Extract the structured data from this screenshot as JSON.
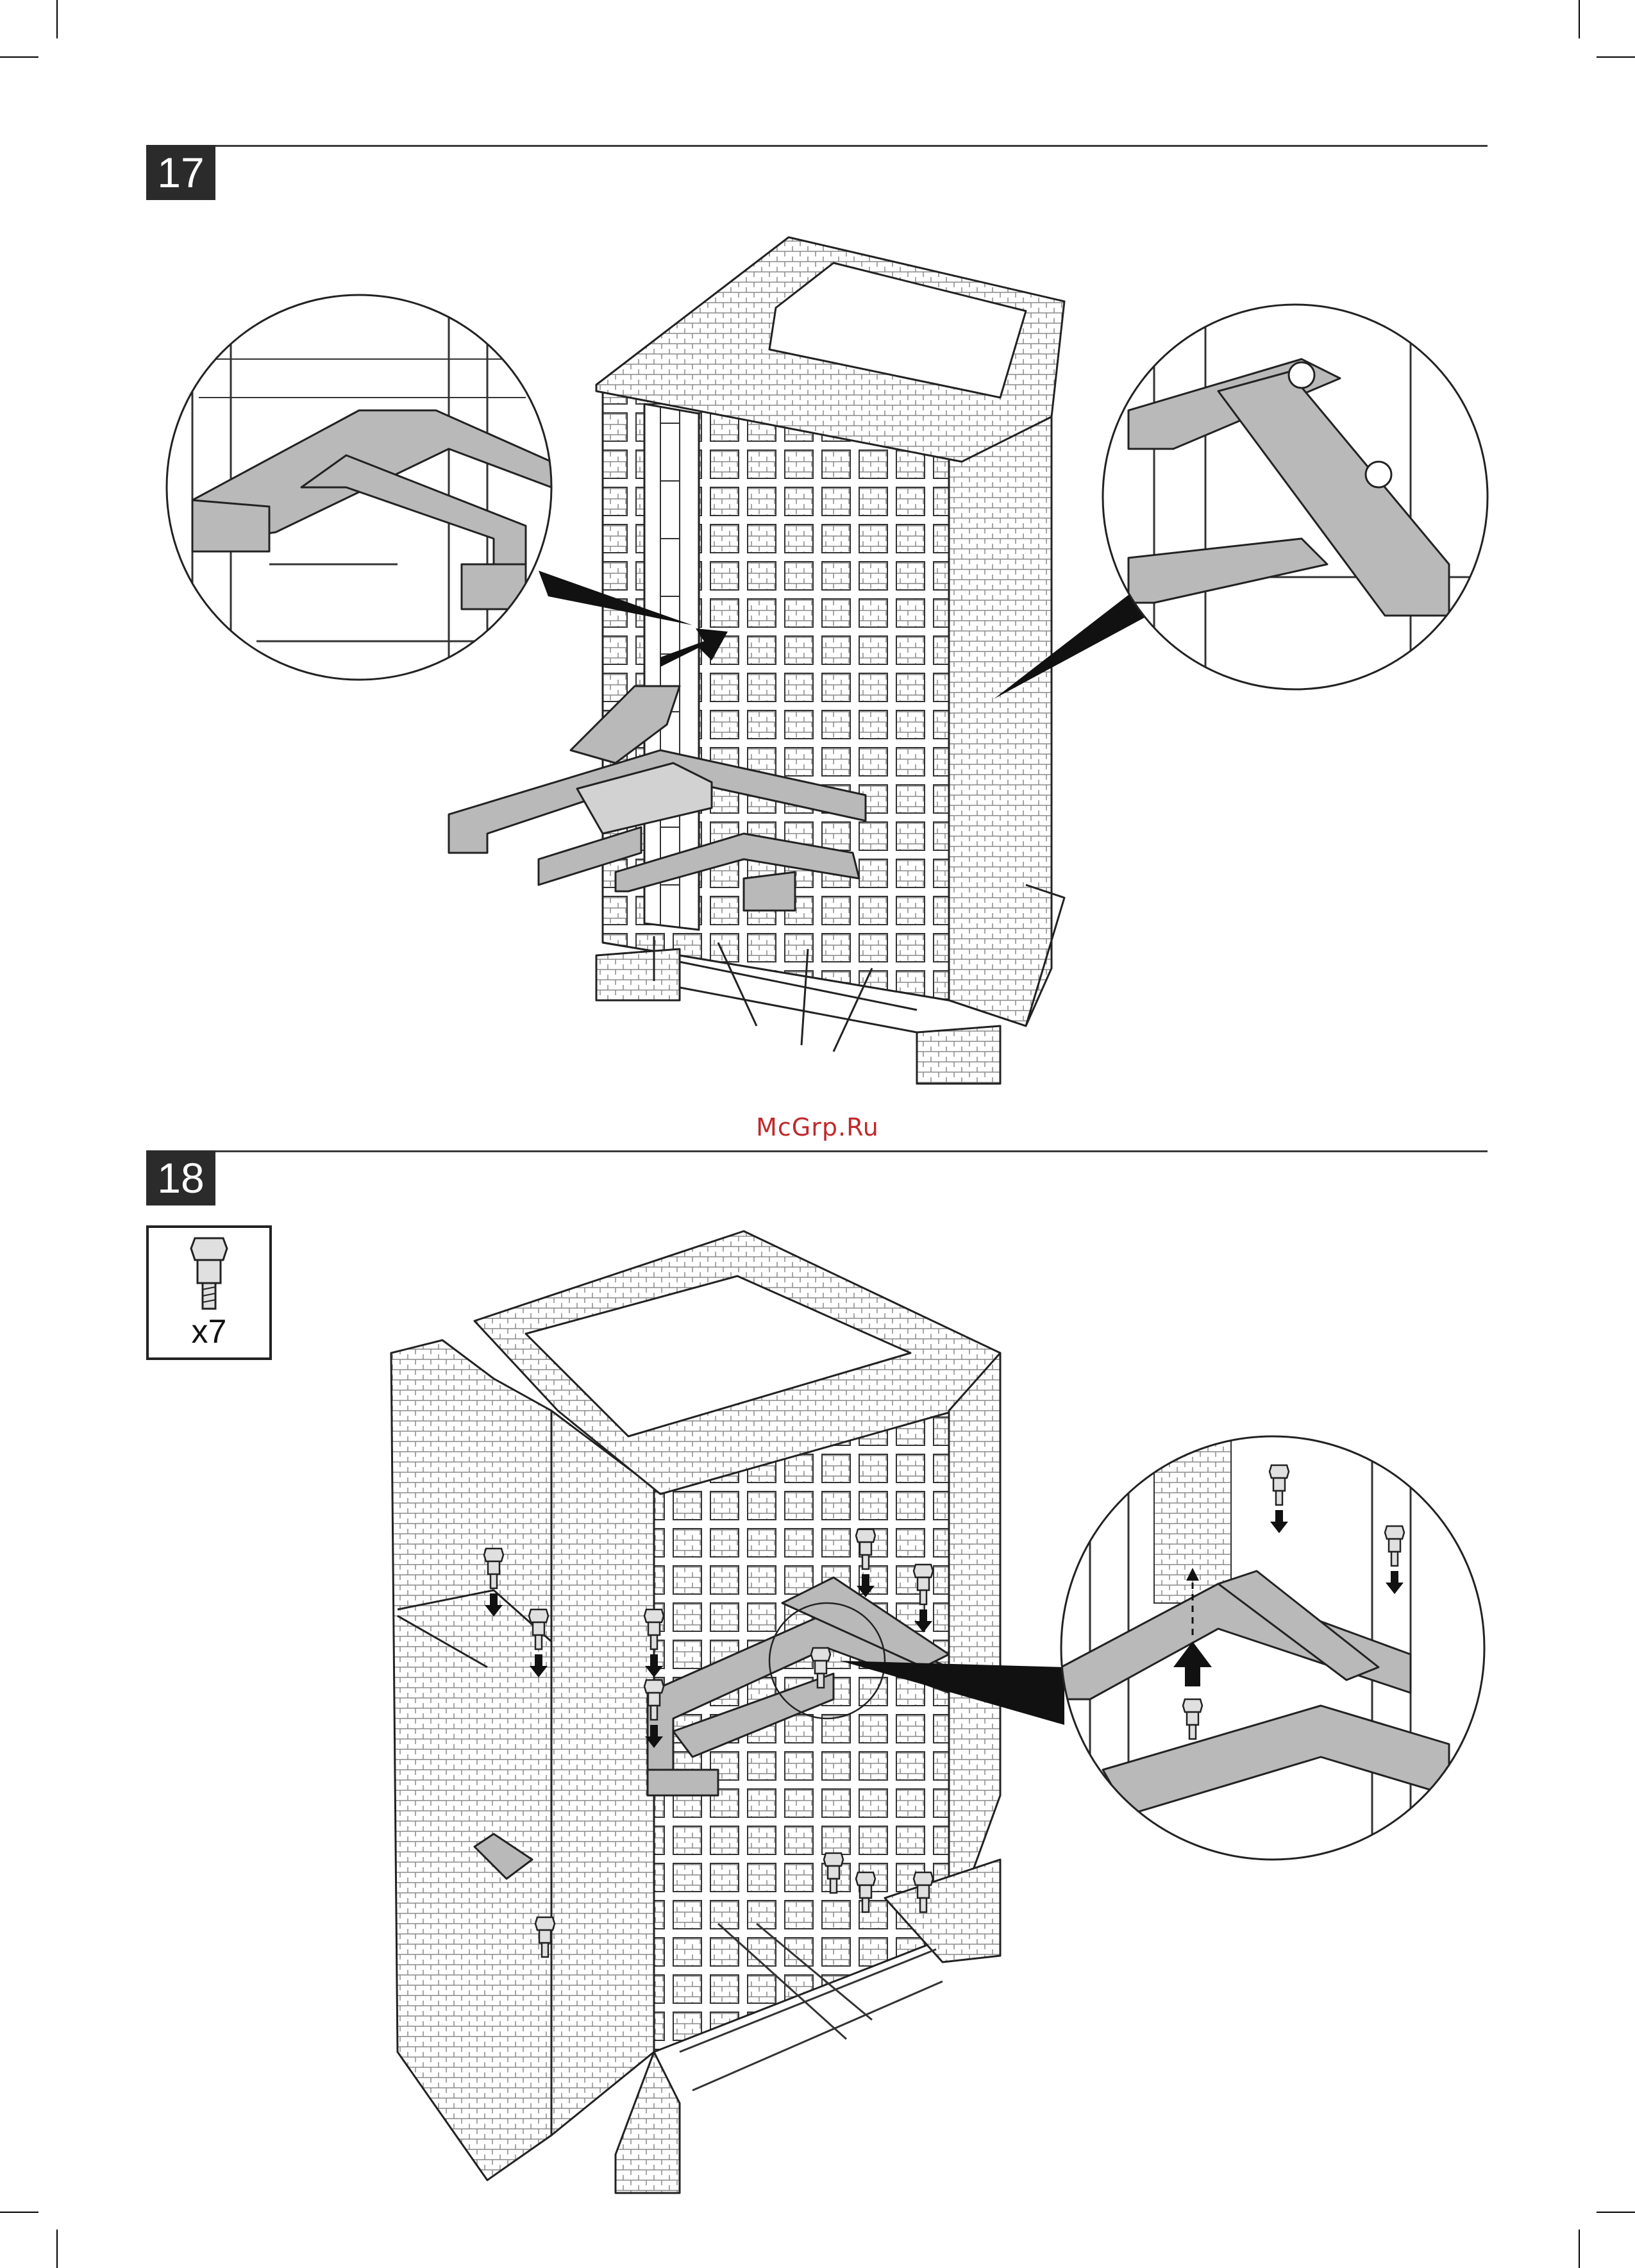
{
  "steps": [
    {
      "number": "17"
    },
    {
      "number": "18",
      "parts": {
        "quantity": "x7",
        "icon": "bolt-icon"
      }
    }
  ],
  "watermark": "McGrp.Ru",
  "colors": {
    "part_fill": "#b9b9b9",
    "line": "#222222",
    "watermark": "#c0292b"
  }
}
